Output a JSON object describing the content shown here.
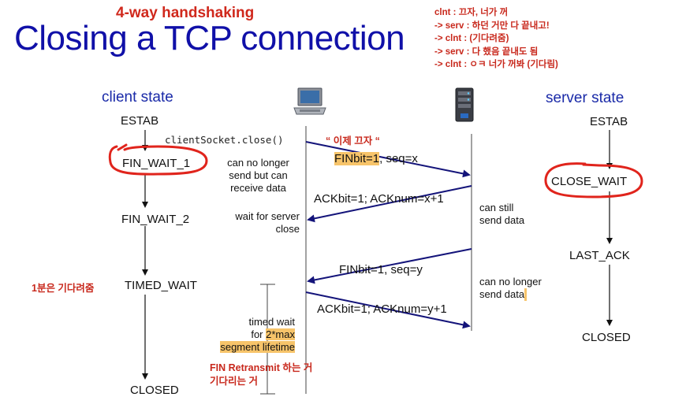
{
  "header": {
    "subtitle": "4-way handshaking",
    "title": "Closing a TCP connection"
  },
  "notes": [
    {
      "role": "clnt",
      "text": " : 끄자, 너가 꺼",
      "prefix": ""
    },
    {
      "role": "serv",
      "text": " : 하던 거만 다 끝내고!",
      "prefix": "-> "
    },
    {
      "role": "clnt",
      "text": " : (기다려줌)",
      "prefix": "-> "
    },
    {
      "role": "serv",
      "text": " : 다 했음 끝내도 됨",
      "prefix": "-> "
    },
    {
      "role": "clnt",
      "text": " : ㅇㅋ 너가 꺼봐 (기다림)",
      "prefix": "-> "
    }
  ],
  "client": {
    "heading": "client state",
    "states": [
      "ESTAB",
      "FIN_WAIT_1",
      "FIN_WAIT_2",
      "TIMED_WAIT",
      "CLOSED"
    ]
  },
  "server": {
    "heading": "server state",
    "states": [
      "ESTAB",
      "CLOSE_WAIT",
      "LAST_ACK",
      "CLOSED"
    ]
  },
  "messages": {
    "close_call": "clientSocket.close()",
    "note_now_off": "“ 이제 끄자 “",
    "fin1_hl": "FINbit=1",
    "fin1_rest": ", seq=x",
    "ack1": "ACKbit=1; ACKnum=x+1",
    "fin2": "FINbit=1, seq=y",
    "ack2": "ACKbit=1; ACKnum=y+1"
  },
  "annotations": {
    "no_longer_send": [
      "can no longer",
      "send but can",
      "receive data"
    ],
    "wait_for_close": [
      "wait for server",
      "close"
    ],
    "can_still": [
      "can still",
      "send data"
    ],
    "can_no_longer": [
      "can no longer",
      "send data"
    ],
    "timed_wait_1": "timed wait",
    "timed_wait_2a": "for ",
    "timed_wait_2b": "2*max",
    "timed_wait_3": "segment lifetime",
    "fin_retransmit_1": "FIN Retransmit 하는 거",
    "fin_retransmit_2": "기다리는 거",
    "wait_one_min": "1분은 기다려줌"
  },
  "colors": {
    "title": "#1010a8",
    "accent_red": "#c8281c",
    "highlight": "#f7c46a",
    "arrow": "#14147a"
  },
  "icons": [
    "laptop-icon",
    "server-icon"
  ]
}
